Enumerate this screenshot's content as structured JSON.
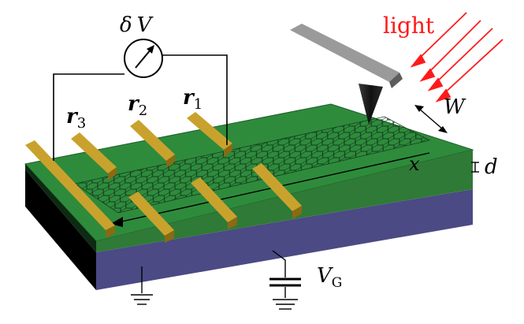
{
  "labels": {
    "voltage_symbol": "δ",
    "voltage_var": "V",
    "light": "light",
    "width": "W",
    "thickness": "d",
    "axis": "x",
    "gate_var": "V",
    "gate_sub": "G",
    "probe_r1_var": "r",
    "probe_r1_sub": "1",
    "probe_r2_var": "r",
    "probe_r2_sub": "2",
    "probe_r3_var": "r",
    "probe_r3_sub": "3"
  },
  "colors": {
    "substrate_top": "#2e8b3c",
    "substrate_front": "#2f7a36",
    "base_front": "#4b4a84",
    "base_side": "#000000",
    "contact": "#c9a22d",
    "contact_dark": "#8a6a12",
    "light": "#ff1a1a",
    "tip": "#8c8c8c"
  }
}
